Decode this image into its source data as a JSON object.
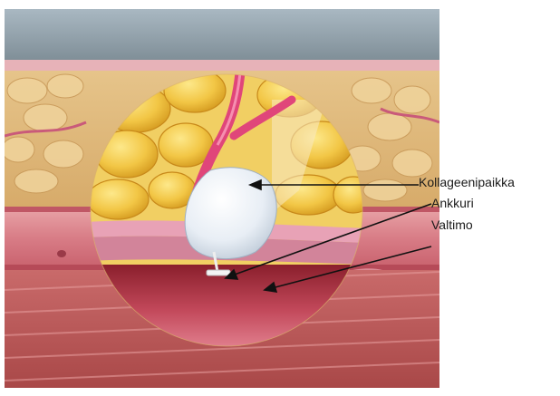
{
  "labels": {
    "collagen_plug": "Kollageenipaikka",
    "anchor": "Ankkuri",
    "artery": "Valtimo"
  }
}
